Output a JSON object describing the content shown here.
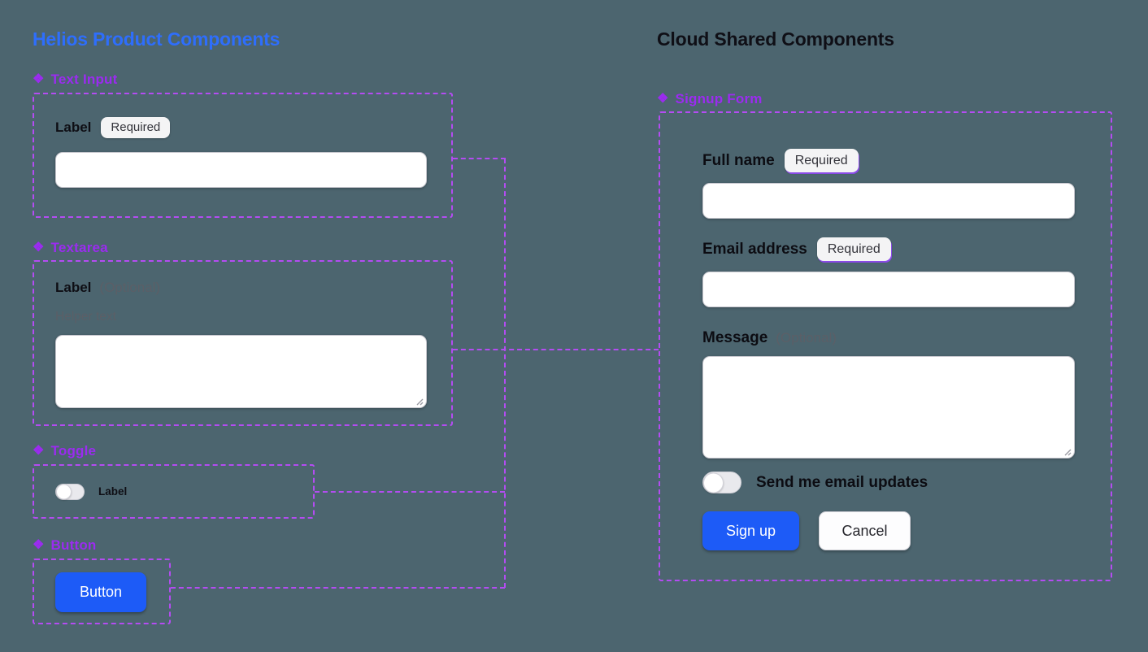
{
  "canvas": {
    "background_color": "#4c656f",
    "accent_blue": "#1d5bf7",
    "title_blue": "#2e6efc",
    "component_purple": "#9b2bf0",
    "connector_purple": "#b44cf2"
  },
  "icons": {
    "component_glyph": "❖"
  },
  "left": {
    "title": "Helios Product Components",
    "text_input": {
      "component_label": "Text Input",
      "field_label": "Label",
      "required_badge": "Required",
      "value": ""
    },
    "textarea": {
      "component_label": "Textarea",
      "field_label": "Label",
      "optional_suffix": "(Optional)",
      "helper_text": "Helper text",
      "value": ""
    },
    "toggle": {
      "component_label": "Toggle",
      "label": "Label",
      "checked": false
    },
    "button": {
      "component_label": "Button",
      "label": "Button"
    }
  },
  "right": {
    "title": "Cloud Shared Components",
    "signup_form": {
      "component_label": "Signup Form",
      "full_name": {
        "label": "Full name",
        "required_badge": "Required",
        "value": ""
      },
      "email": {
        "label": "Email address",
        "required_badge": "Required",
        "value": ""
      },
      "message": {
        "label": "Message",
        "optional_suffix": "(Optional)",
        "value": ""
      },
      "updates_toggle": {
        "label": "Send me email updates",
        "checked": false
      },
      "submit_label": "Sign up",
      "cancel_label": "Cancel"
    }
  },
  "connections": {
    "style": "dashed",
    "links": [
      {
        "from": "Text Input",
        "to": "Signup Form"
      },
      {
        "from": "Textarea",
        "to": "Signup Form"
      },
      {
        "from": "Toggle",
        "to": "Signup Form"
      },
      {
        "from": "Button",
        "to": "Signup Form"
      }
    ]
  }
}
